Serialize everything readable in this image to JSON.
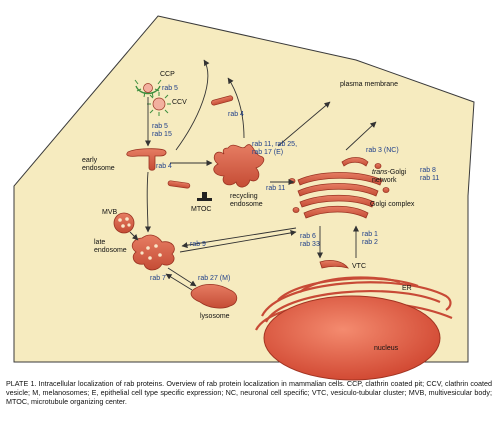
{
  "diagram": {
    "labels": {
      "ccp": "CCP",
      "ccv": "CCV",
      "plasma_membrane": "plasma membrane",
      "early_endosome_1": "early",
      "early_endosome_2": "endosome",
      "mvb": "MVB",
      "late_endosome_1": "late",
      "late_endosome_2": "endosome",
      "mtoc": "MTOC",
      "recycling_1": "recycling",
      "recycling_2": "endosome",
      "tgn_trans": "trans",
      "tgn_golgi": "-Golgi",
      "tgn_network": "network",
      "golgi_complex": "Golgi complex",
      "vtc": "VTC",
      "er": "ER",
      "nucleus": "nucleus",
      "lysosome": "lysosome"
    },
    "rab_labels": {
      "ccp_rab5": "rab 5",
      "early_rab5": "rab 5",
      "early_rab15": "rab 15",
      "rab4_top": "rab 4",
      "rab4_mid": "rab 4",
      "recycling_rab11": "rab 11, rab 25,",
      "recycling_rab17": "rab 17 (E)",
      "rab11_arrow": "rab 11",
      "rab3": "rab 3 (NC)",
      "rab8": "rab 8",
      "rab11_tgn": "rab 11",
      "rab9": "rab 9",
      "rab6": "rab 6",
      "rab33": "rab 33",
      "rab1": "rab 1",
      "rab2": "rab 2",
      "rab7": "rab 7",
      "rab27": "rab 27 (M)"
    }
  },
  "caption": {
    "title": "PLATE 1. Intracellular localization of rab proteins.",
    "body": "Overview of rab protein localization in mammalian cells. CCP, clathrin coated pit; CCV, clathrin coated vesicle; M, melanosomes; E, epithelial cell type specific expression; NC, neuronal cell specific; VTC, vesiculo-tubular cluster; MVB, multivesicular body; MTOC, microtubule organizing center."
  },
  "colors": {
    "cytoplasm": "#f6ebbf",
    "organelle": "#d9624a",
    "organelle_dark": "#9a3322",
    "nucleus": "#e2553f",
    "rab_text": "#1f3f8a",
    "clathrin": "#3f8f3f"
  }
}
